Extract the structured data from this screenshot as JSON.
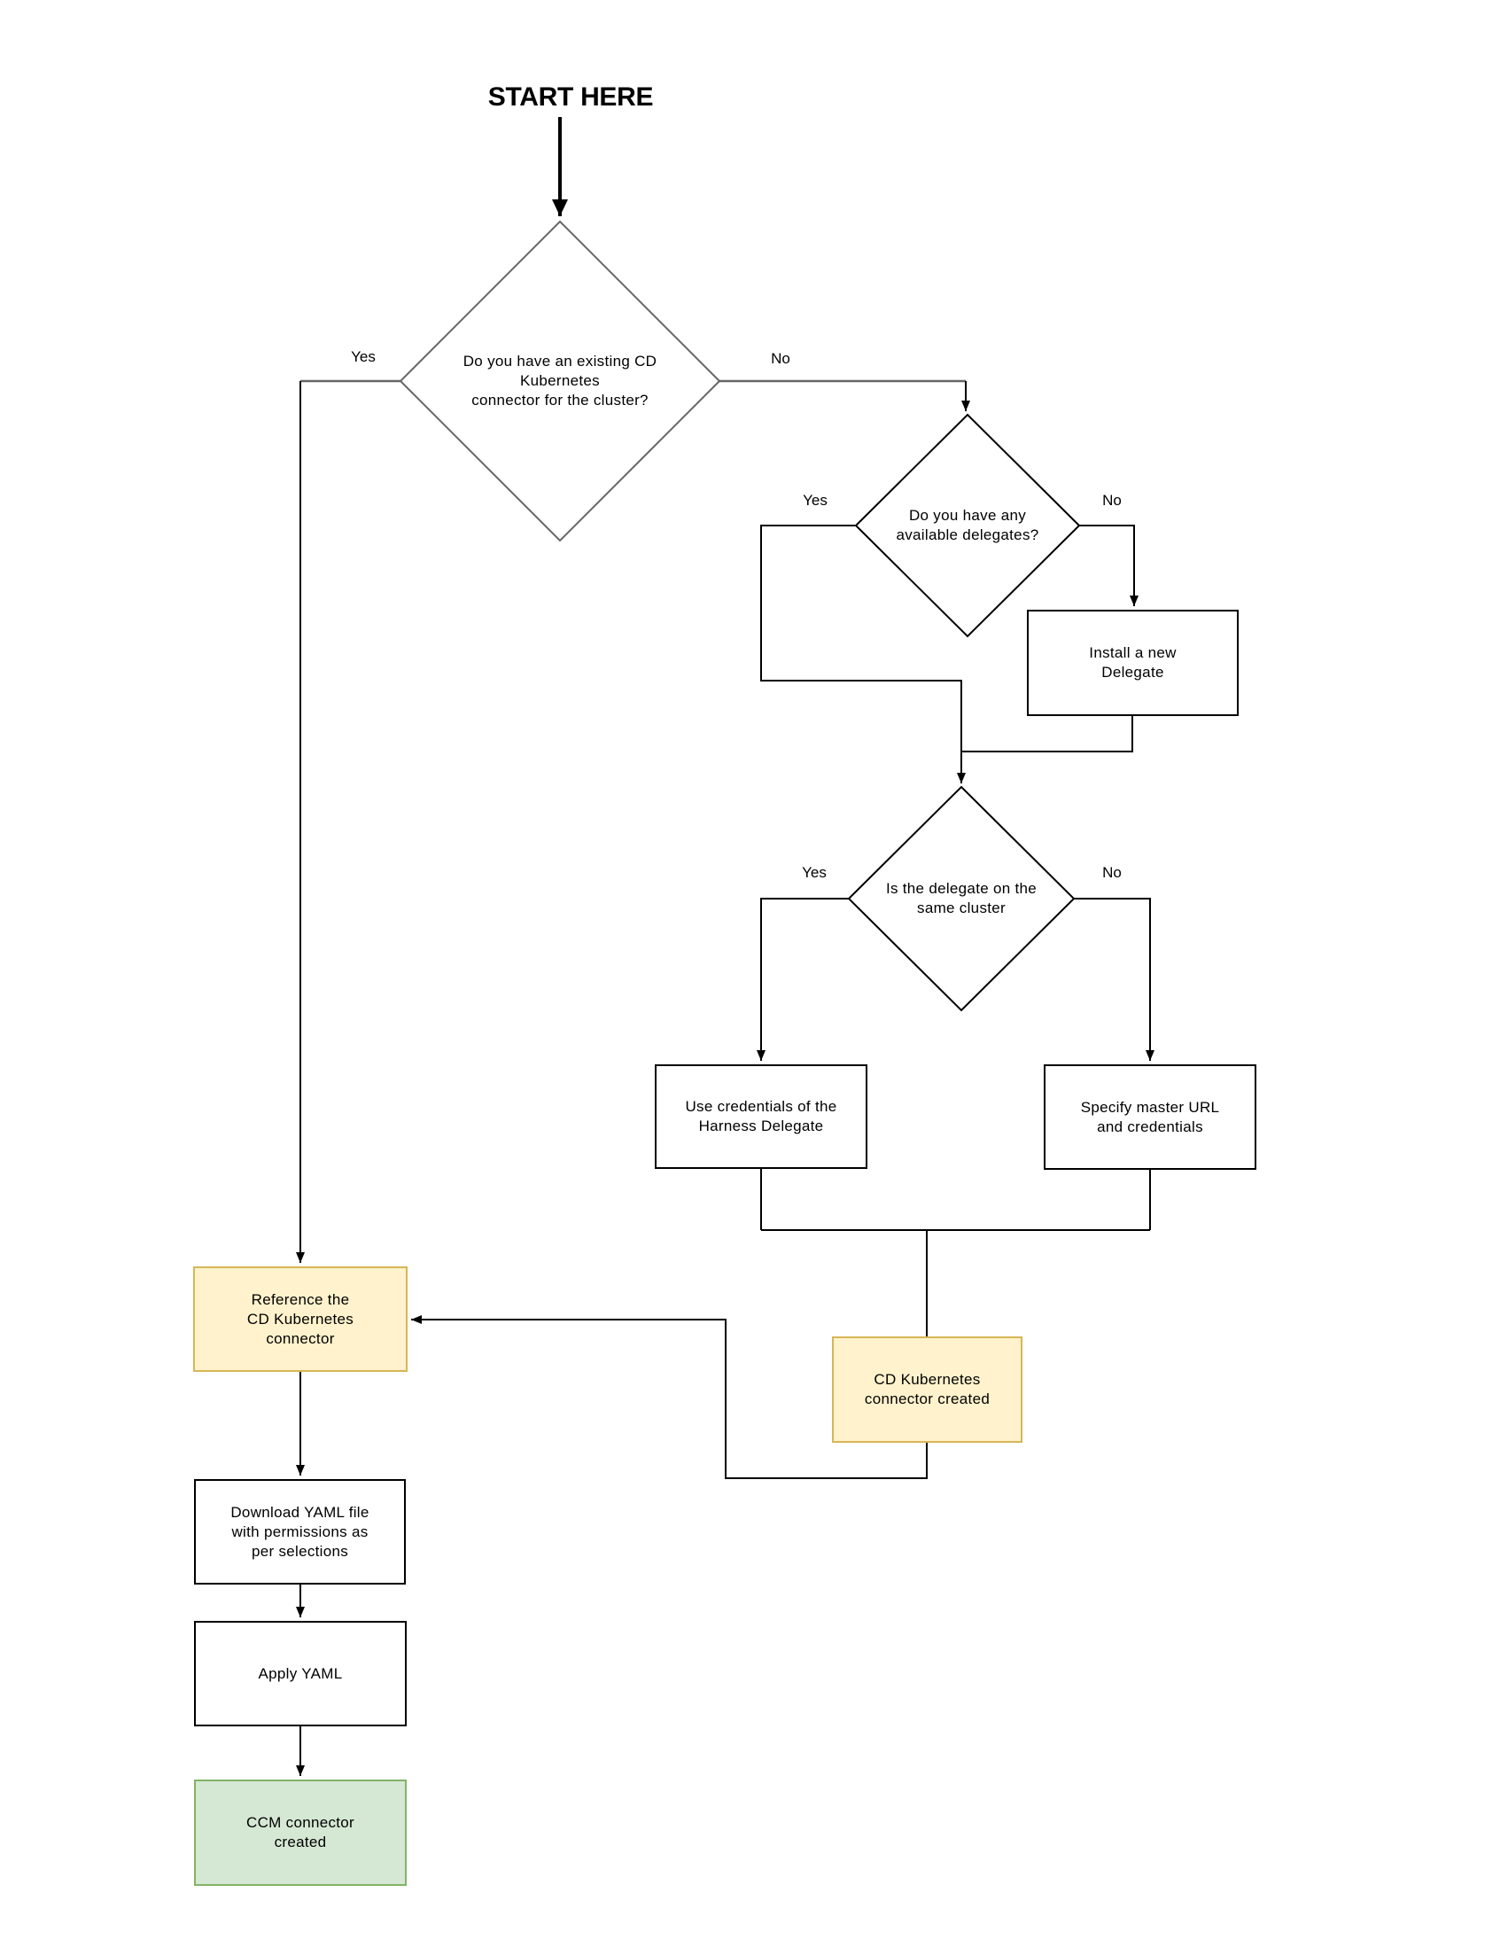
{
  "title": "START HERE",
  "colors": {
    "line_black": "#000000",
    "line_gray": "#666666",
    "box_fill": "#ffffff",
    "box_border": "#000000",
    "yellow_fill": "#fff2cc",
    "yellow_border": "#d6b656",
    "green_fill": "#d5e8d4",
    "green_border": "#82b366"
  },
  "decisions": {
    "existing_connector": {
      "line1": "Do you have an existing CD",
      "line2": "Kubernetes",
      "line3": "connector for the cluster?"
    },
    "available_delegates": {
      "line1": "Do you have any",
      "line2": "available delegates?"
    },
    "same_cluster": {
      "line1": "Is the delegate on the",
      "line2": "same cluster"
    }
  },
  "processes": {
    "install_delegate": {
      "line1": "Install a new",
      "line2": "Delegate"
    },
    "use_credentials": {
      "line1": "Use credentials of the",
      "line2": "Harness Delegate"
    },
    "specify_master": {
      "line1": "Specify master URL",
      "line2": "and credentials"
    },
    "cd_connector_created": {
      "line1": "CD Kubernetes",
      "line2": "connector created"
    },
    "reference_connector": {
      "line1": "Reference the",
      "line2": "CD Kubernetes",
      "line3": "connector"
    },
    "download_yaml": {
      "line1": "Download YAML file",
      "line2": "with permissions as",
      "line3": "per selections"
    },
    "apply_yaml": {
      "line1": "Apply YAML"
    },
    "ccm_connector_created": {
      "line1": "CCM connector",
      "line2": "created"
    }
  },
  "edge_labels": {
    "d1_yes": "Yes",
    "d1_no": "No",
    "d2_yes": "Yes",
    "d2_no": "No",
    "d3_yes": "Yes",
    "d3_no": "No"
  }
}
